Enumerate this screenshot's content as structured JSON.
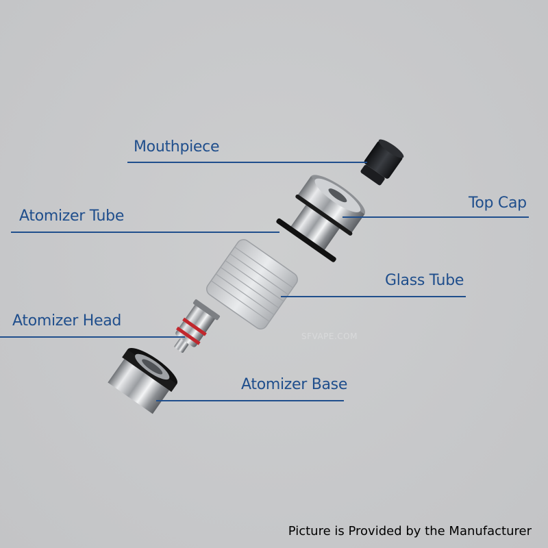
{
  "labels": {
    "mouthpiece": "Mouthpiece",
    "top_cap": "Top Cap",
    "atomizer_tube": "Atomizer Tube",
    "glass_tube": "Glass Tube",
    "atomizer_head": "Atomizer Head",
    "atomizer_base": "Atomizer Base"
  },
  "watermark": "SFVAPE.COM",
  "caption": "Picture is Provided by the Manufacturer",
  "colors": {
    "label": "#1f4e8c",
    "leader": "#1f4e8c",
    "background": "#c8c9cb"
  }
}
